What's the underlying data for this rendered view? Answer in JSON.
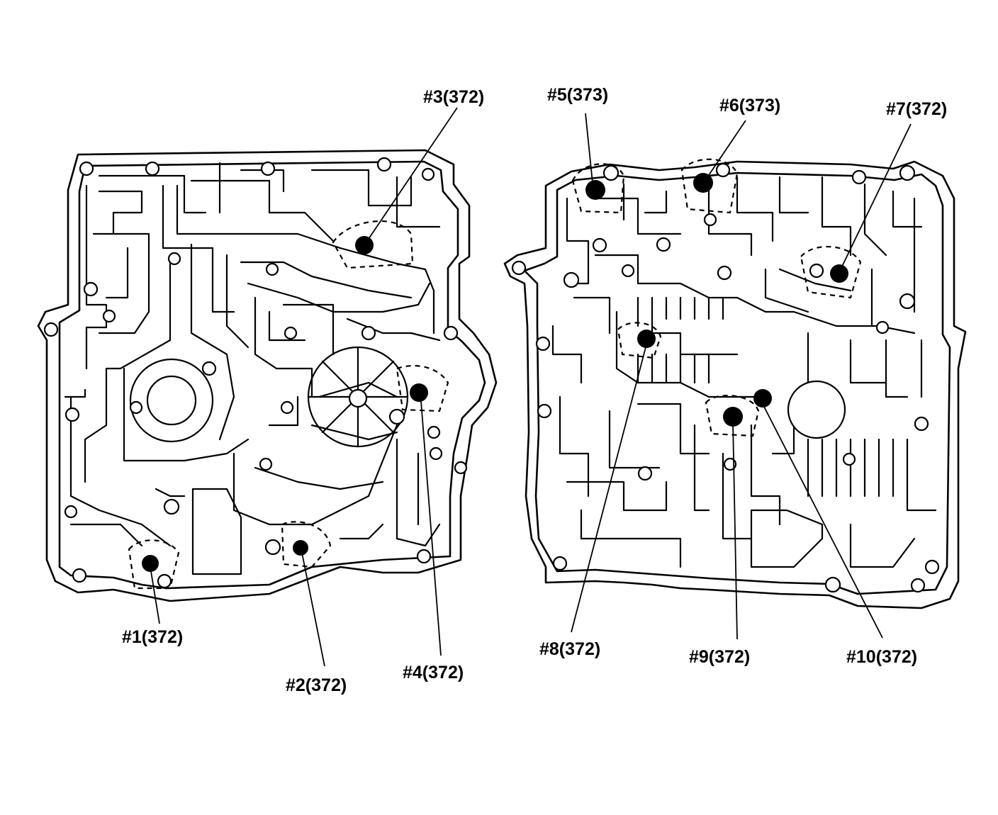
{
  "callouts": {
    "c1": "#1(372)",
    "c2": "#2(372)",
    "c3": "#3(372)",
    "c4": "#4(372)",
    "c5": "#5(373)",
    "c6": "#6(373)",
    "c7": "#7(372)",
    "c8": "#8(372)",
    "c9": "#9(372)",
    "c10": "#10(372)"
  },
  "colors": {
    "line": "#000000",
    "background": "#ffffff"
  }
}
